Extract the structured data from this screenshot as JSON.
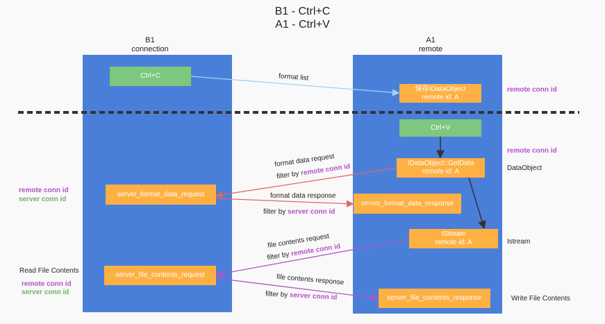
{
  "title": {
    "line1": "B1 - Ctrl+C",
    "line2": "A1 - Ctrl+V"
  },
  "b1_column": {
    "name": "B1",
    "sub": "connection"
  },
  "a1_column": {
    "name": "A1",
    "sub": "remote"
  },
  "boxes": {
    "ctrl_c": "Ctrl+C",
    "data_object_1": "保存IDataObject",
    "data_object_2": "remote id: A",
    "ctrl_v": "Ctrl+V",
    "getdata_1": "IDataObject::GetData",
    "getdata_2": "remote id: A",
    "format_data_request": "server_format_data_request",
    "format_data_response": "server_format_data_response",
    "istream_1": "IStream",
    "istream_2": "remote id: A",
    "file_contents_request": "server_file_contents_request",
    "file_contents_response": "server_file_contents_response"
  },
  "arrow_labels": {
    "format_list": "format list",
    "format_data_request": "format data request",
    "filter_by": "filter by ",
    "remote_conn_id": "remote conn id",
    "format_data_response": "format data response",
    "server_conn_id": "server conn id",
    "file_contents_request": "file contents request",
    "file_contents_response": "file contents response"
  },
  "side_labels": {
    "remote_conn_id": "remote conn id",
    "server_conn_id": "server conn id",
    "data_object": "DataObject",
    "istream": "Istream",
    "read_file_contents": "Read File Contents",
    "write_file_contents": "Write File Contents"
  },
  "colors": {
    "lane": "#4a7fd9",
    "green_box": "#7dc77e",
    "orange_box": "#ffb043",
    "purple_text": "#b452c9",
    "green_text": "#6bb65f",
    "arrow_light_blue": "#9fd3f2",
    "arrow_red": "#e06666",
    "arrow_purple": "#b452c9",
    "arrow_dark": "#333333"
  }
}
